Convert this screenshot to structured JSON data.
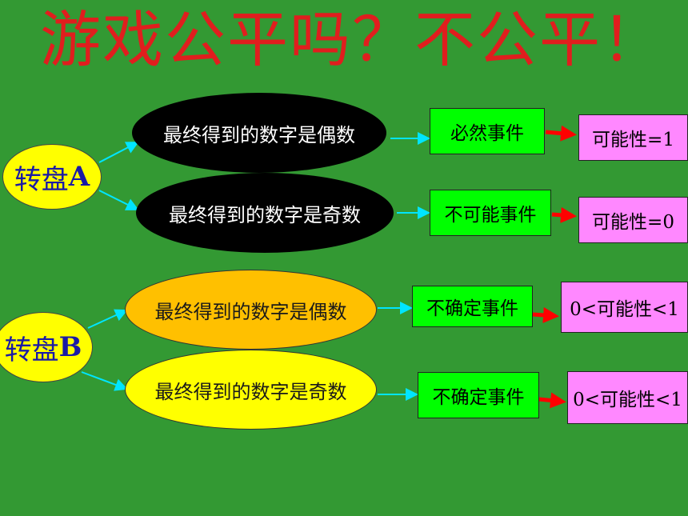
{
  "title": "游戏公平吗？不公平！",
  "wheel_a": {
    "text": "转盘",
    "letter": "A"
  },
  "wheel_b": {
    "text": "转盘",
    "letter": "B"
  },
  "a_even": "最终得到的数字是偶数",
  "a_odd": "最终得到的数字是奇数",
  "b_even": "最终得到的数字是偶数",
  "b_odd": "最终得到的数字是奇数",
  "a_even_event": "必然事件",
  "a_odd_event": "不可能事件",
  "b_even_event": "不确定事件",
  "b_odd_event": "不确定事件",
  "a_even_prob": "可能性=1",
  "a_odd_prob": "可能性=0",
  "b_even_prob": "0<可能性<1",
  "b_odd_prob": "0<可能性<1",
  "colors": {
    "background": "#339933",
    "title": "#e01e1e",
    "wheel_text": "#1a1aa6",
    "connector": "#00e5ff",
    "arrow": "#ff0000"
  }
}
